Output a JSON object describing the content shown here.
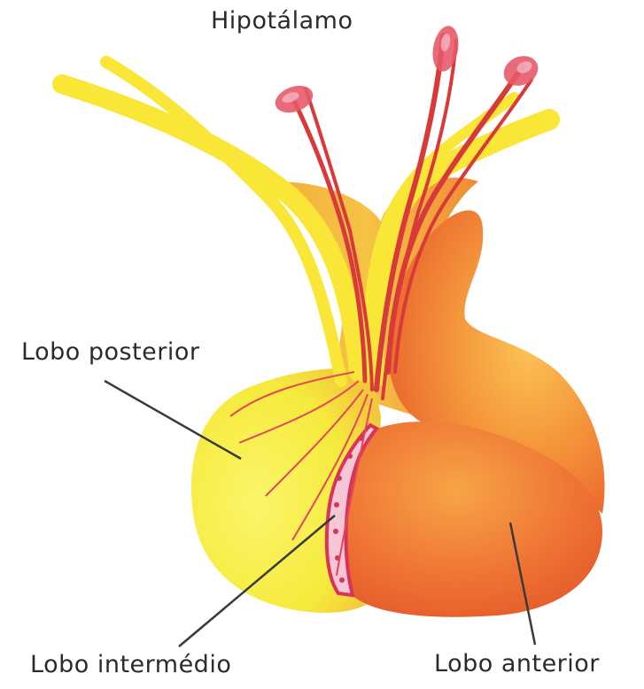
{
  "labels": {
    "hypothalamus": "Hipotálamo",
    "posterior_lobe": "Lobo posterior",
    "intermediate_lobe": "Lobo intermédio",
    "anterior_lobe": "Lobo anterior"
  },
  "colors": {
    "background": "#ffffff",
    "posterior_lobe": "#f6ee4e",
    "anterior_lobe": "#f07a34",
    "anterior_highlight": "#f9b24a",
    "neural_tracts": "#f9e636",
    "blood_vessels": "#d83a3a",
    "intermediate_lobe": "#f6c6d6",
    "pointer_lines": "#3a3a3a",
    "label_text": "#2b2b2b"
  }
}
